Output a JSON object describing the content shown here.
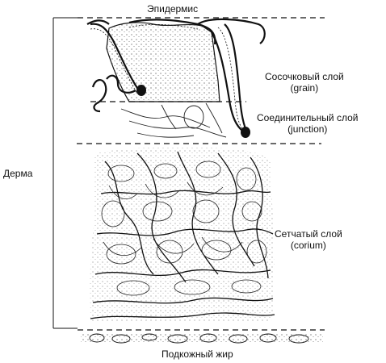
{
  "labels": {
    "epidermis": "Эпидермис",
    "papillary_layer": "Сосочковый слой",
    "papillary_sub": "(grain)",
    "junction_layer": "Соединительный слой",
    "junction_sub": "(junction)",
    "dermis": "Дерма",
    "reticular_layer": "Сетчатый слой",
    "reticular_sub": "(corium)",
    "subcutaneous_fat": "Подкожный жир"
  },
  "colors": {
    "ink": "#111111",
    "background": "#ffffff"
  }
}
